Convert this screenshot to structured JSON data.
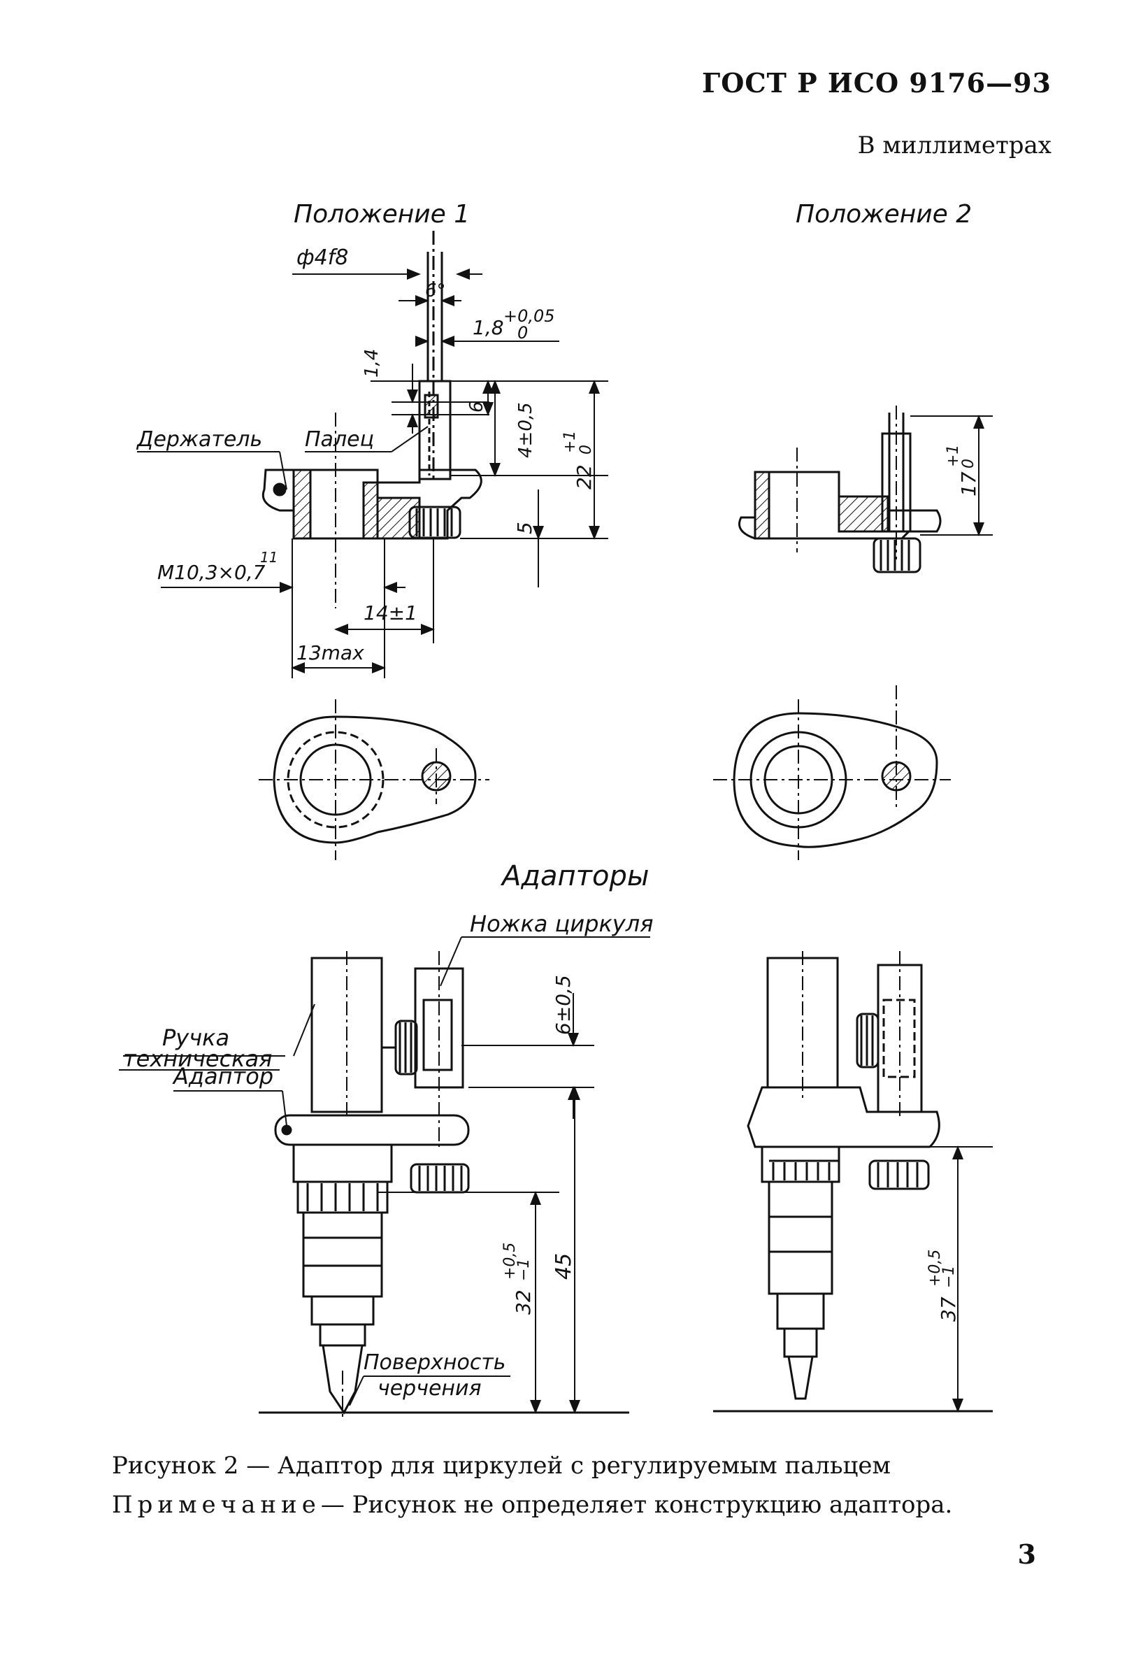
{
  "header": {
    "standard": "ГОСТ Р ИСО 9176—93",
    "units": "В миллиметрах"
  },
  "figure": {
    "position1": "Положение 1",
    "position2": "Положение 2",
    "adapters": "Адапторы",
    "labels": {
      "phi": "ф4f8",
      "angle": "6°",
      "tol18": "1,8",
      "tol18_up": "+0,05",
      "tol18_low": "0",
      "d14": "1,4",
      "d6": "6",
      "d4": "4±0,5",
      "d22": "22",
      "d22_tol": "+1",
      "d22_low": "0",
      "d5": "5",
      "holder": "Держатель",
      "finger": "Палец",
      "thread": "M10,3×0,7",
      "thread_sup": "11",
      "d14pm": "14±1",
      "d13max": "13max",
      "d17": "17",
      "d17_tol": "+1",
      "d17_low": "0",
      "compass_leg": "Ножка циркуля",
      "d6pm": "6±0,5",
      "adapter": "Адаптор",
      "handle1": "Ручка",
      "handle2": "техническая",
      "d32": "32",
      "d32_tol": "+0,5",
      "d32_low": "−1",
      "d45": "45",
      "surface1": "Поверхность",
      "surface2": "черчения",
      "d37": "37",
      "d37_tol": "+0,5",
      "d37_low": "−1"
    }
  },
  "caption": {
    "title": "Рисунок 2 — Адаптор для циркулей с регулируемым пальцем",
    "note_word": "Примечание",
    "note_text": "— Рисунок не определяет конструкцию адаптора."
  },
  "page_number": "3"
}
